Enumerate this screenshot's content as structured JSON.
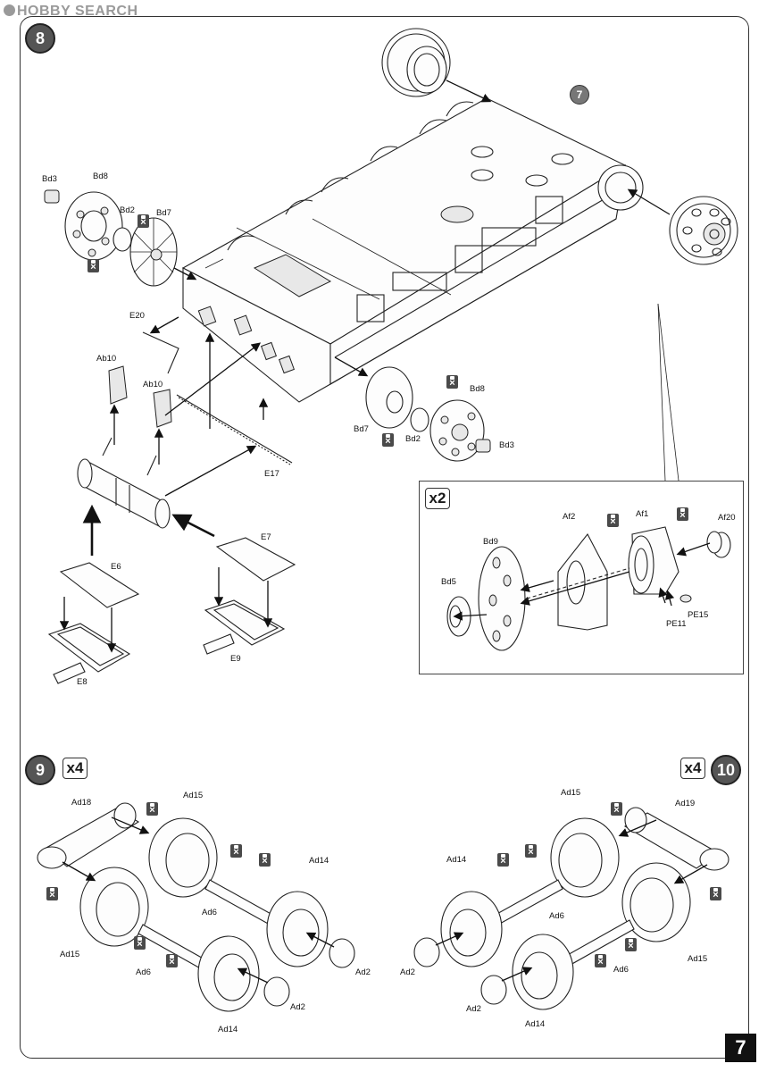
{
  "watermark": "HOBBY SEARCH",
  "page_number": "7",
  "steps": [
    {
      "number": "8"
    },
    {
      "number": "9",
      "quantity": "x4"
    },
    {
      "number": "10",
      "quantity": "x4"
    }
  ],
  "reference_step": "7",
  "inset_quantity": "x2",
  "labels": {
    "bd3_left": "Bd3",
    "bd8_left": "Bd8",
    "bd2_left": "Bd2",
    "bd7_left": "Bd7",
    "e20": "E20",
    "ab10_a": "Ab10",
    "ab10_b": "Ab10",
    "e17": "E17",
    "e6": "E6",
    "e7": "E7",
    "e8": "E8",
    "e9": "E9",
    "bd7_right": "Bd7",
    "bd2_right": "Bd2",
    "bd8_right": "Bd8",
    "bd3_right": "Bd3",
    "af2": "Af2",
    "af1": "Af1",
    "af20": "Af20",
    "bd9": "Bd9",
    "bd5": "Bd5",
    "pe15": "PE15",
    "pe11": "PE11",
    "s9_ad18": "Ad18",
    "s9_ad15_top": "Ad15",
    "s9_ad14_top": "Ad14",
    "s9_ad6_mid": "Ad6",
    "s9_ad15_left": "Ad15",
    "s9_ad6_low": "Ad6",
    "s9_ad2_right": "Ad2",
    "s9_ad2_low": "Ad2",
    "s9_ad14_low": "Ad14",
    "s10_ad15_top": "Ad15",
    "s10_ad19": "Ad19",
    "s10_ad14": "Ad14",
    "s10_ad6_mid": "Ad6",
    "s10_ad15_right": "Ad15",
    "s10_ad6_low": "Ad6",
    "s10_ad2_left": "Ad2",
    "s10_ad2_low": "Ad2",
    "s10_ad14_low": "Ad14"
  },
  "icons": {
    "glue": "cement-glue-icon",
    "rotate": "circled-step-icon"
  }
}
